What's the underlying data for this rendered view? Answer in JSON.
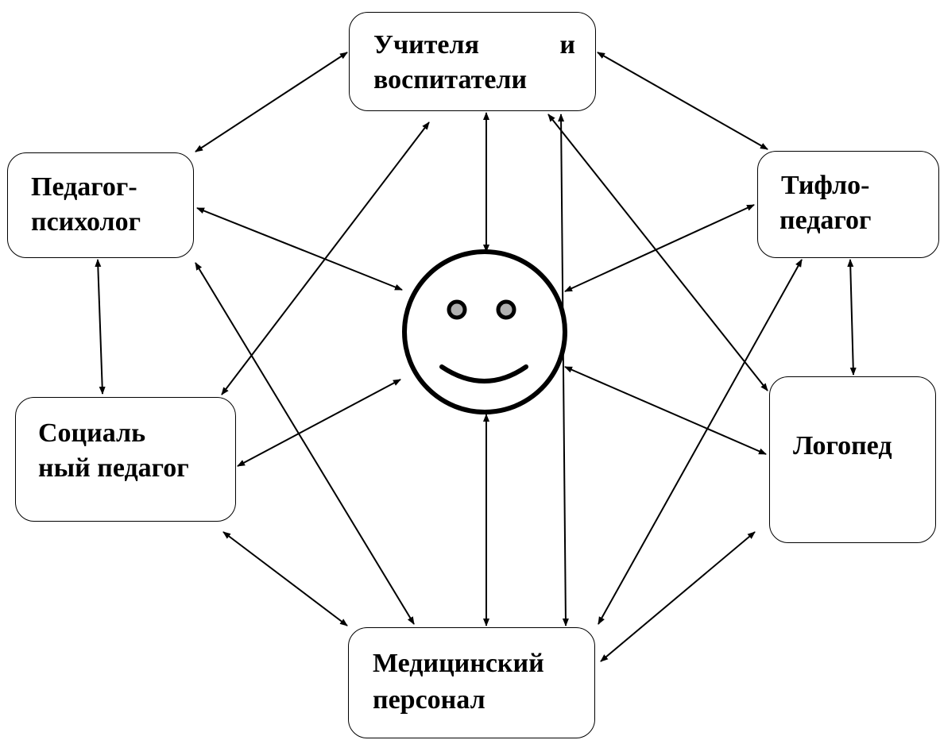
{
  "nodes": {
    "teachers": {
      "line1_left": "Учителя",
      "line1_right": "и",
      "line2": "воспитатели"
    },
    "psychologist": {
      "line1": "Педагог-",
      "line2": "психолог"
    },
    "typhlo": {
      "line1": "Тифло-",
      "line2": "педагог"
    },
    "social": {
      "line1": "Социаль",
      "line2": "ный педагог"
    },
    "speech": {
      "line1": "Логопед"
    },
    "medical": {
      "line1": "Медицинский",
      "line2": "персонал"
    }
  },
  "center": {
    "icon": "smiley-face-icon"
  },
  "connectors": {
    "style": "bidirectional-arrow",
    "count": 17
  },
  "colors": {
    "stroke": "#000000",
    "eye_fill": "#b0b0b0",
    "background": "#ffffff"
  }
}
